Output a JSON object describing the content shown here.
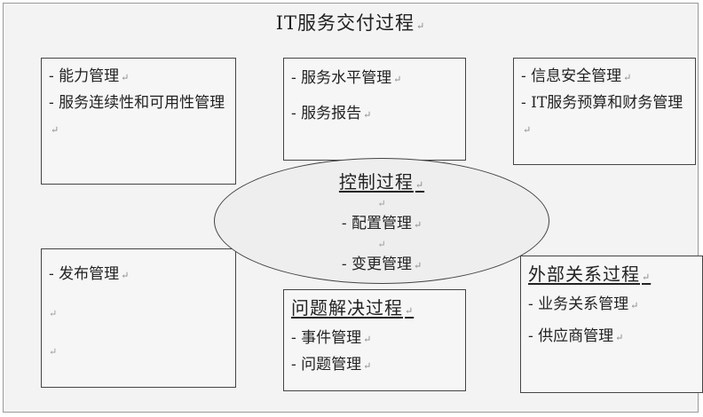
{
  "diagram": {
    "title": "IT服务交付过程",
    "para_mark": "↵",
    "capacity_box": {
      "items": [
        "- 能力管理",
        "- 服务连续性和可用性管理"
      ]
    },
    "service_box": {
      "items": [
        "- 服务水平管理",
        "- 服务报告"
      ]
    },
    "security_box": {
      "items": [
        "- 信息安全管理",
        "- IT服务预算和财务管理"
      ]
    },
    "control_process": {
      "heading": "控制过程",
      "items": [
        "- 配置管理",
        "- 变更管理"
      ]
    },
    "release_box": {
      "items": [
        "- 发布管理"
      ]
    },
    "problem_process": {
      "heading": "问题解决过程",
      "items": [
        "- 事件管理",
        "- 问题管理"
      ]
    },
    "external_process": {
      "heading": "外部关系过程",
      "items": [
        "- 业务关系管理",
        "- 供应商管理"
      ]
    }
  }
}
